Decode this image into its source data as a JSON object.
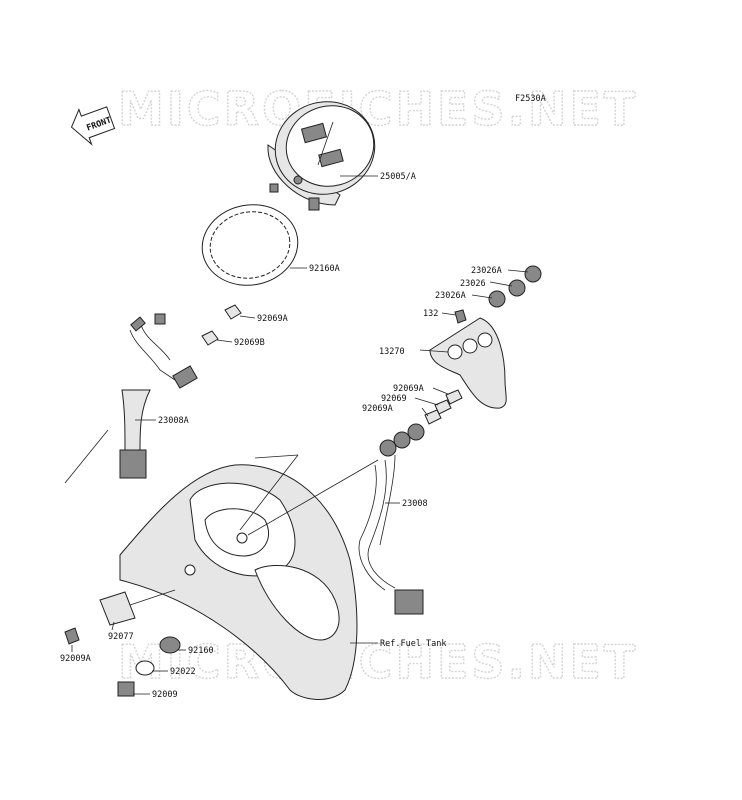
{
  "watermark": "MICROFICHES.NET",
  "figure_code": "F2530A",
  "front_label": "FRONT",
  "callouts": [
    {
      "id": "speedometer",
      "text": "25005/A"
    },
    {
      "id": "ring",
      "text": "92160A"
    },
    {
      "id": "clip-upper",
      "text": "92069A"
    },
    {
      "id": "clip-lower",
      "text": "92069B"
    },
    {
      "id": "harness-left",
      "text": "23008A"
    },
    {
      "id": "cap-top",
      "text": "23026A"
    },
    {
      "id": "cap-mid",
      "text": "23026"
    },
    {
      "id": "cap-low",
      "text": "23026A"
    },
    {
      "id": "screw",
      "text": "132"
    },
    {
      "id": "bracket",
      "text": "13270"
    },
    {
      "id": "clip-r1",
      "text": "92069A"
    },
    {
      "id": "clip-r2",
      "text": "92069"
    },
    {
      "id": "clip-r3",
      "text": "92069A"
    },
    {
      "id": "harness-right",
      "text": "23008"
    },
    {
      "id": "fuel-tank",
      "text": "Ref.Fuel Tank"
    },
    {
      "id": "grommet",
      "text": "92160"
    },
    {
      "id": "knob",
      "text": "92077"
    },
    {
      "id": "bolt-left",
      "text": "92009A"
    },
    {
      "id": "washer",
      "text": "92022"
    },
    {
      "id": "bolt",
      "text": "92009"
    }
  ]
}
